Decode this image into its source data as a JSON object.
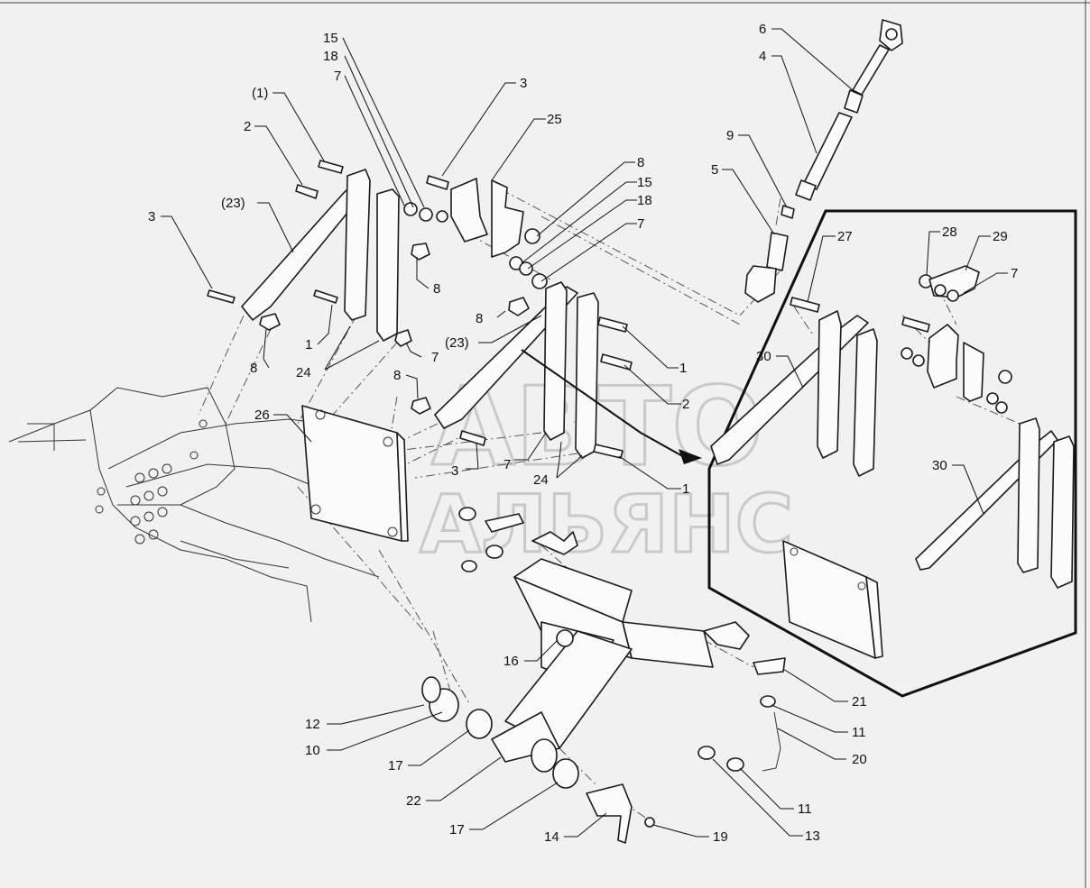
{
  "watermark": {
    "line1": "АВТО",
    "line2": "АЛЬЯНС"
  },
  "labels": {
    "l15a": "15",
    "l18a": "18",
    "l7a": "7",
    "l1p": "(1)",
    "l2a": "2",
    "l23a": "(23)",
    "l3a": "3",
    "l3b": "3",
    "l25": "25",
    "l8a": "8",
    "l15b": "15",
    "l18b": "18",
    "l7b": "7",
    "l8b": "8",
    "l1a": "1",
    "l24a": "24",
    "l7c": "7",
    "l8c": "8",
    "l8d": "8",
    "l23b": "(23)",
    "l1b": "1",
    "l2b": "2",
    "l3c": "3",
    "l7d": "7",
    "l24b": "24",
    "l1c": "1",
    "l26": "26",
    "l6": "6",
    "l4": "4",
    "l9": "9",
    "l5": "5",
    "l27": "27",
    "l28": "28",
    "l29": "29",
    "l7e": "7",
    "l30a": "30",
    "l30b": "30",
    "l16": "16",
    "l21": "21",
    "l11a": "11",
    "l20": "20",
    "l11b": "11",
    "l13": "13",
    "l12": "12",
    "l10": "10",
    "l17a": "17",
    "l22": "22",
    "l17b": "17",
    "l14": "14",
    "l19": "19",
    "l8e": "8"
  }
}
